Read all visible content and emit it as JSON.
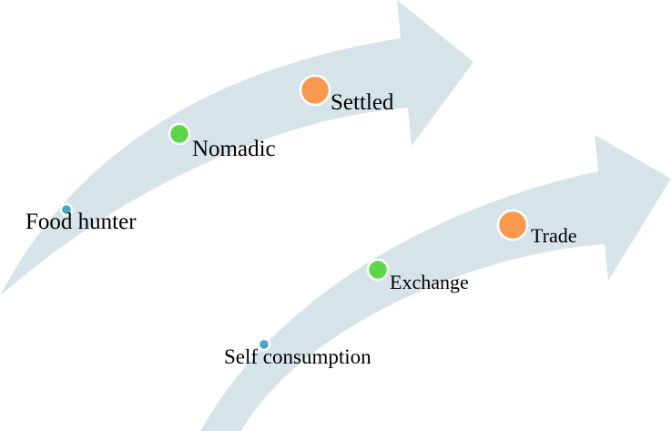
{
  "colors": {
    "arrow": "#d6e4ea",
    "dot_start": "#4aa3c4",
    "dot_middle": "#5fd64a",
    "dot_end": "#f79a4f",
    "dot_border": "#ffffff",
    "text": "#000000"
  },
  "arrows": [
    {
      "stages": [
        {
          "label": "Food hunter",
          "kind": "start"
        },
        {
          "label": "Nomadic",
          "kind": "middle"
        },
        {
          "label": "Settled",
          "kind": "end"
        }
      ]
    },
    {
      "stages": [
        {
          "label": "Self consumption",
          "kind": "start"
        },
        {
          "label": "Exchange",
          "kind": "middle"
        },
        {
          "label": "Trade",
          "kind": "end"
        }
      ]
    }
  ]
}
